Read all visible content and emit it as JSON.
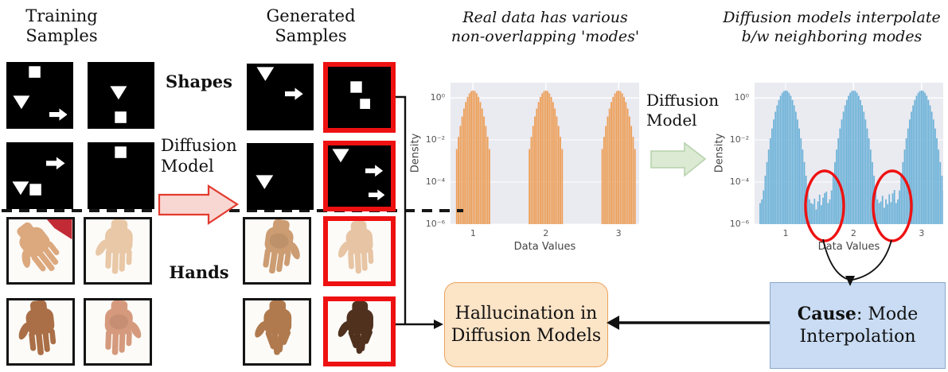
{
  "training": {
    "title_line1": "Training",
    "title_line2": "Samples"
  },
  "generated": {
    "title_line1": "Generated",
    "title_line2": "Samples"
  },
  "labels": {
    "shapes": "Shapes",
    "diffusion_line1": "Diffusion",
    "diffusion_line2": "Model",
    "hands": "Hands"
  },
  "mid": {
    "diffusion_line1": "Diffusion",
    "diffusion_line2": "Model"
  },
  "boxes": {
    "hallucination": {
      "line1": "Hallucination in",
      "line2": "Diffusion Models",
      "fill": "#fce4c7",
      "border": "#eba35f"
    },
    "cause": {
      "bold": "Cause",
      "rest": ": Mode",
      "line2": "Interpolation",
      "fill": "#c9dcf4",
      "border": "#8ca9cb"
    }
  },
  "shape_boxes": {
    "training": [
      {
        "red": false,
        "glyphs": [
          [
            "square",
            0.33,
            0.06,
            0.18
          ],
          [
            "triangle",
            0.1,
            0.5,
            0.26
          ],
          [
            "arrow",
            0.64,
            0.68,
            0.27
          ]
        ]
      },
      {
        "red": false,
        "glyphs": [
          [
            "triangle",
            0.33,
            0.36,
            0.26
          ],
          [
            "square",
            0.4,
            0.74,
            0.18
          ]
        ]
      },
      {
        "red": false,
        "glyphs": [
          [
            "arrow",
            0.6,
            0.2,
            0.28
          ],
          [
            "triangle",
            0.08,
            0.58,
            0.26
          ],
          [
            "square",
            0.35,
            0.62,
            0.18
          ]
        ]
      },
      {
        "red": false,
        "glyphs": [
          [
            "square",
            0.4,
            0.06,
            0.18
          ]
        ]
      }
    ],
    "generated": [
      {
        "red": false,
        "glyphs": [
          [
            "triangle",
            0.14,
            0.05,
            0.27
          ],
          [
            "arrow",
            0.57,
            0.34,
            0.27
          ]
        ]
      },
      {
        "red": true,
        "glyphs": [
          [
            "square",
            0.36,
            0.24,
            0.19
          ],
          [
            "square",
            0.5,
            0.52,
            0.17
          ]
        ]
      },
      {
        "red": false,
        "glyphs": [
          [
            "triangle",
            0.13,
            0.48,
            0.27
          ]
        ]
      },
      {
        "red": true,
        "glyphs": [
          [
            "triangle",
            0.06,
            0.05,
            0.28
          ],
          [
            "arrow",
            0.6,
            0.3,
            0.28
          ],
          [
            "arrow",
            0.64,
            0.7,
            0.26
          ]
        ]
      }
    ]
  },
  "hand_images": {
    "training": [
      {
        "variant": "down",
        "skin": "#dcа87e",
        "rotate": -38,
        "sleeve": "#c22a35",
        "border": "black"
      },
      {
        "variant": "down",
        "skin": "#e9c8a7",
        "rotate": 2,
        "border": "black"
      },
      {
        "variant": "down",
        "skin": "#aa6f47",
        "rotate": -6,
        "border": "black"
      },
      {
        "variant": "palmup",
        "skin": "#d59a7d",
        "rotate": 2,
        "border": "black"
      }
    ],
    "generated": [
      {
        "variant": "palmup",
        "skin": "#cc9c72",
        "rotate": 8,
        "border": "black"
      },
      {
        "variant": "down",
        "skin": "#e7c5a4",
        "rotate": -3,
        "border": "red"
      },
      {
        "variant": "spread",
        "skin": "#b07a4e",
        "rotate": 0,
        "border": "black"
      },
      {
        "variant": "spread",
        "skin": "#4f311e",
        "rotate": 0,
        "border": "red"
      }
    ]
  },
  "colors": {
    "annotation_red": "#ee1111",
    "connector": "#111111",
    "pink_arrow_fill": "#f8d6d2",
    "pink_arrow_stroke": "#e23a2e",
    "green_arrow_fill": "#dcead4",
    "green_arrow_stroke": "#b7d2ac",
    "shape_bg": "#000000",
    "shape_fg": "#ffffff"
  },
  "chart_data": [
    {
      "type": "histogram",
      "id": "real",
      "title": "Real data has various non-overlapping 'modes'",
      "title_lines": [
        "Real data has various",
        "non-overlapping 'modes'"
      ],
      "xlabel": "Data Values",
      "ylabel": "Density",
      "yscale": "log",
      "grid": true,
      "legend": false,
      "xlim": [
        0.69,
        3.283
      ],
      "ylog_lim": [
        -6,
        0.72
      ],
      "plot_bg": "#eaeaf1",
      "grid_color": "#ffffff",
      "bar_color": "#eca05b",
      "bin_width": 0.025,
      "modes": [
        1,
        2,
        3
      ],
      "offsets": [
        -0.225,
        -0.2,
        -0.175,
        -0.15,
        -0.125,
        -0.1,
        -0.075,
        -0.05,
        -0.025,
        0,
        0.025,
        0.05,
        0.075,
        0.1,
        0.125,
        0.15,
        0.175,
        0.2,
        0.225
      ],
      "mode_profile": [
        0.0037,
        0.014,
        0.046,
        0.13,
        0.31,
        0.63,
        1.1,
        1.63,
        2.07,
        2.24,
        2.07,
        1.63,
        1.1,
        0.63,
        0.31,
        0.13,
        0.046,
        0.014,
        0.0037
      ],
      "valleys": [],
      "yticks": [
        {
          "label": "10⁰",
          "log": 0
        },
        {
          "label": "10⁻²",
          "log": -2
        },
        {
          "label": "10⁻⁴",
          "log": -4
        },
        {
          "label": "10⁻⁶",
          "log": -6
        }
      ],
      "xticks": [
        {
          "label": "1",
          "x": 1
        },
        {
          "label": "2",
          "x": 2
        },
        {
          "label": "3",
          "x": 3
        }
      ]
    },
    {
      "type": "histogram",
      "id": "gen",
      "title": "Diffusion models interpolate b/w neighboring modes",
      "title_lines": [
        "Diffusion models interpolate",
        "b/w neighboring modes"
      ],
      "xlabel": "Data Values",
      "ylabel": "Density",
      "yscale": "log",
      "grid": true,
      "legend": false,
      "xlim": [
        0.543,
        3.318
      ],
      "ylog_lim": [
        -6,
        0.72
      ],
      "plot_bg": "#eaeaf1",
      "grid_color": "#ffffff",
      "bar_color": "#6db2d8",
      "bin_width": 0.025,
      "modes": [
        1,
        2,
        3
      ],
      "offsets": [
        -0.375,
        -0.35,
        -0.325,
        -0.3,
        -0.275,
        -0.25,
        -0.225,
        -0.2,
        -0.175,
        -0.15,
        -0.125,
        -0.1,
        -0.075,
        -0.05,
        -0.025,
        0,
        0.025,
        0.05,
        0.075,
        0.1,
        0.125,
        0.15,
        0.175,
        0.2,
        0.225,
        0.25,
        0.275,
        0.3,
        0.325,
        0.35,
        0.375
      ],
      "mode_profile": [
        1e-05,
        1.5e-05,
        4e-05,
        0.0002,
        0.00089,
        0.0035,
        0.012,
        0.035,
        0.094,
        0.22,
        0.44,
        0.79,
        1.25,
        1.73,
        2.1,
        2.24,
        2.1,
        1.73,
        1.25,
        0.79,
        0.44,
        0.22,
        0.094,
        0.035,
        0.012,
        0.0035,
        0.00089,
        0.0002,
        4e-05,
        1.5e-05,
        1e-05
      ],
      "valleys": [
        {
          "x_start": 1.4,
          "bin_width": 0.025,
          "densities": [
            9e-06,
            1.6e-05,
            5e-06,
            1.2e-05,
            2.5e-05,
            8e-06,
            1.8e-05,
            3e-05,
            3.5e-05
          ]
        },
        {
          "x_start": 2.4,
          "bin_width": 0.025,
          "densities": [
            1.2e-05,
            2.2e-05,
            6e-06,
            1.5e-05,
            9e-06,
            2.6e-05,
            1.1e-05,
            2.9e-05,
            4.2e-05
          ]
        }
      ],
      "yticks": [
        {
          "label": "10⁰",
          "log": 0
        },
        {
          "label": "10⁻²",
          "log": -2
        },
        {
          "label": "10⁻⁴",
          "log": -4
        },
        {
          "label": "10⁻⁶",
          "log": -6
        }
      ],
      "xticks": [
        {
          "label": "1",
          "x": 1
        },
        {
          "label": "2",
          "x": 2
        },
        {
          "label": "3",
          "x": 3
        }
      ],
      "annotations": [
        "red ellipse over valley between modes 1-2",
        "red ellipse over valley between modes 2-3"
      ]
    }
  ]
}
